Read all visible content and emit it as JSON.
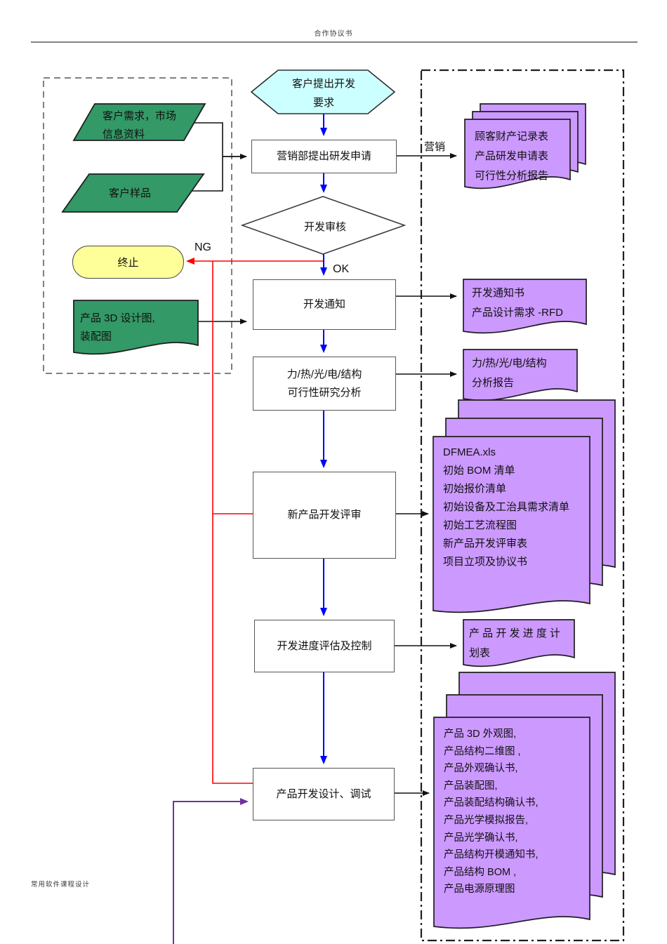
{
  "header": {
    "title": "合作协议书"
  },
  "footer": {
    "note": "常用软件课程设计"
  },
  "edge_labels": {
    "marketing": "营销",
    "ng": "NG",
    "ok": "OK"
  },
  "nodes": {
    "customer_request": {
      "label": [
        "客户提出开发",
        "要求"
      ]
    },
    "market_info": {
      "label": [
        "客户需求，市场",
        "信息资料"
      ]
    },
    "customer_sample": {
      "label": "客户样品"
    },
    "marketing_apply": {
      "label": "营销部提出研发申请"
    },
    "dev_review": {
      "label": "开发审核"
    },
    "terminate": {
      "label": "终止"
    },
    "dev_notice": {
      "label": "开发通知"
    },
    "product_3d": {
      "label": [
        "产品 3D 设计图,",
        "装配图"
      ]
    },
    "feasibility": {
      "label": [
        "力/热/光/电/结构",
        "可行性研究分析"
      ]
    },
    "npd_review": {
      "label": "新产品开发评审"
    },
    "progress_control": {
      "label": "开发进度评估及控制"
    },
    "design_debug": {
      "label": "产品开发设计、调试"
    }
  },
  "documents": {
    "apply_docs": {
      "lines": [
        "顾客财产记录表",
        "产品研发申请表",
        "可行性分析报告"
      ]
    },
    "notice_docs": {
      "lines": [
        "开发通知书",
        "产品设计需求  -RFD"
      ]
    },
    "analysis_docs": {
      "lines": [
        "力/热/光/电/结构",
        "分析报告"
      ]
    },
    "review_docs": {
      "lines": [
        "DFMEA.xls",
        "初始 BOM 清单",
        "初始报价清单",
        "初始设备及工治具需求清单",
        "初始工艺流程图",
        "新产品开发评审表",
        "项目立项及协议书"
      ]
    },
    "schedule_docs": {
      "lines": [
        "产 品 开 发 进 度 计",
        "划表"
      ]
    },
    "design_docs": {
      "lines": [
        "产品 3D 外观图,",
        "产品结构二维图  ,",
        "产品外观确认书,",
        "产品装配图,",
        "产品装配结构确认书,",
        "产品光学模拟报告,",
        "产品光学确认书,",
        "产品结构开模通知书,",
        "产品结构  BOM ,",
        "产品电源原理图"
      ]
    }
  },
  "colors": {
    "doc_fill": "#CC99FF",
    "input_fill": "#339966",
    "start_fill": "#CCFFFF",
    "terminate_fill": "#FFFF99",
    "flow_blue": "#0000FF",
    "flow_red": "#FF0000",
    "flow_purple": "#7030A0"
  }
}
